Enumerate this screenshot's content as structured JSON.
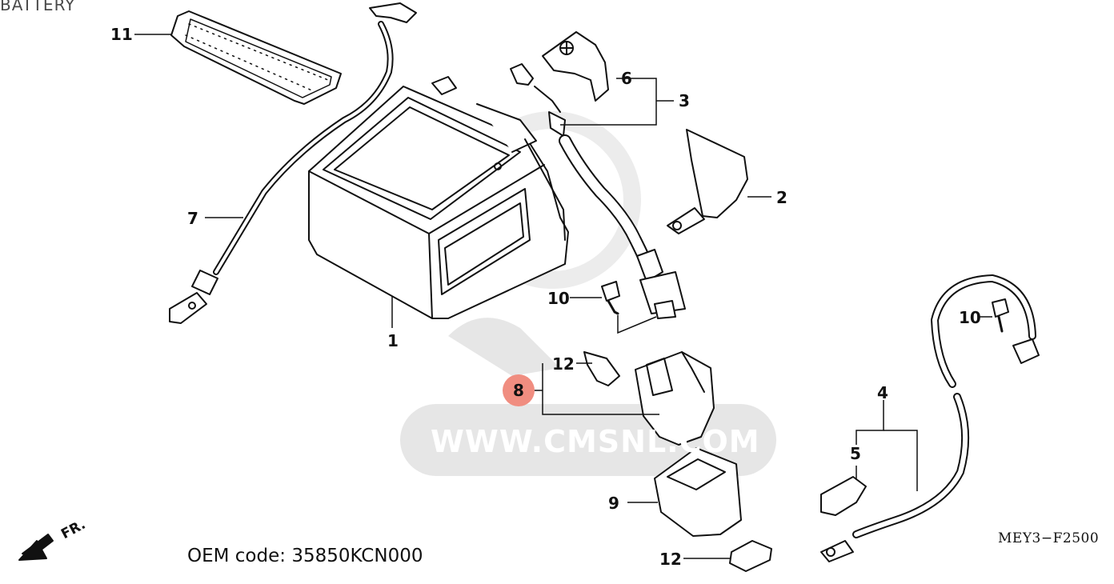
{
  "page": {
    "title": "BATTERY"
  },
  "diagram": {
    "code": "MEY3−F2500",
    "direction_label": "FR.",
    "watermark": "WWW.CMSNL.COM",
    "highlighted_part": "8"
  },
  "callouts": [
    "11",
    "6",
    "3",
    "2",
    "7",
    "10",
    "1",
    "12",
    "8",
    "10",
    "4",
    "5",
    "9",
    "12"
  ],
  "footer": {
    "oem_code": "OEM code: 35850KCN000"
  }
}
